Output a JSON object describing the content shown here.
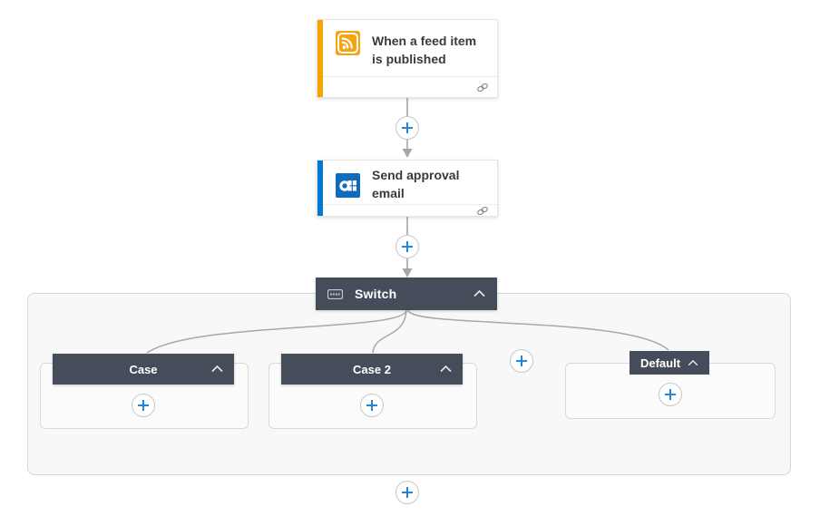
{
  "trigger_card": {
    "title": "When a feed item is published",
    "icon": "rss-icon",
    "accent_color": "#F5A300"
  },
  "action_card": {
    "title": "Send approval email",
    "icon": "outlook-icon",
    "accent_color": "#0078D4"
  },
  "switch": {
    "title": "Switch",
    "icon": "switch-icon",
    "header_color": "#464D5A",
    "collapse_icon": "chevron-up-icon",
    "cases": [
      {
        "label": "Case"
      },
      {
        "label": "Case 2"
      },
      {
        "label": "Default"
      }
    ]
  },
  "icons": {
    "plus": "+",
    "connection": "connection-icon"
  },
  "colors": {
    "canvas_bg": "#FFFFFF",
    "scope_bg": "#F8F8F8",
    "connector": "#A6A6A6",
    "plus_blue": "#2386D8",
    "header_dark": "#464D5A"
  }
}
